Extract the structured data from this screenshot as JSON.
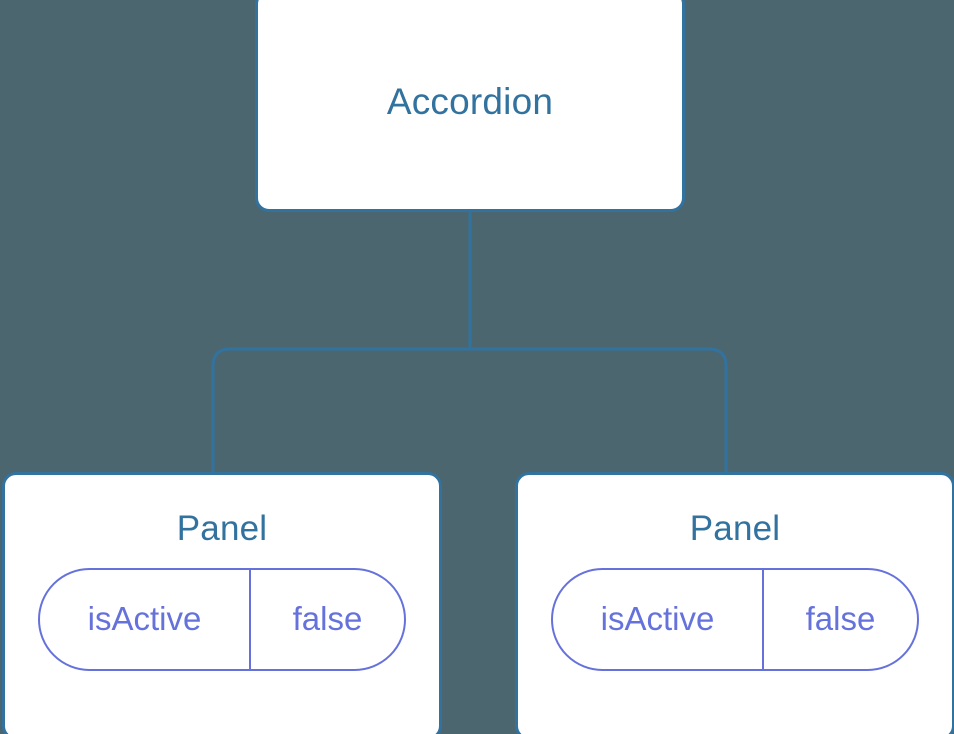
{
  "canvas": {
    "background_color": "#4c6670",
    "node_border_color": "#32729e",
    "node_text_color": "#32729e",
    "pill_color": "#6672dc",
    "connector_color": "#32729e"
  },
  "tree": {
    "root": {
      "title": "Accordion"
    },
    "children": [
      {
        "title": "Panel",
        "state": {
          "key": "isActive",
          "value": "false"
        }
      },
      {
        "title": "Panel",
        "state": {
          "key": "isActive",
          "value": "false"
        }
      }
    ]
  }
}
